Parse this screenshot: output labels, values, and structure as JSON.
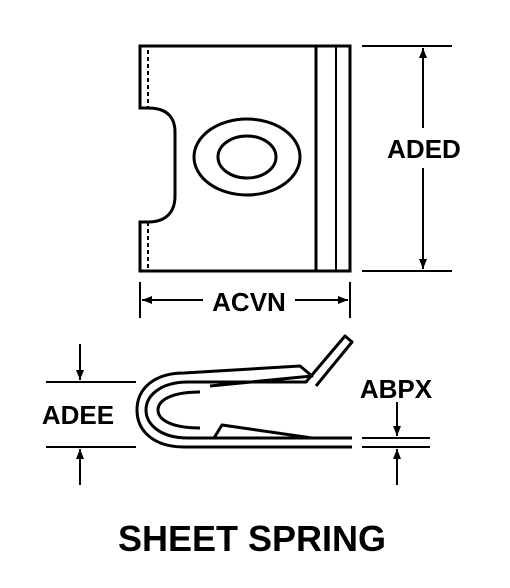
{
  "diagram": {
    "title": "SHEET SPRING",
    "dimensions": {
      "height_label": "ADED",
      "width_label": "ACVN",
      "overall_height_label": "ADEE",
      "thickness_label": "ABPX"
    }
  },
  "colors": {
    "line": "#000000",
    "background": "#ffffff"
  }
}
